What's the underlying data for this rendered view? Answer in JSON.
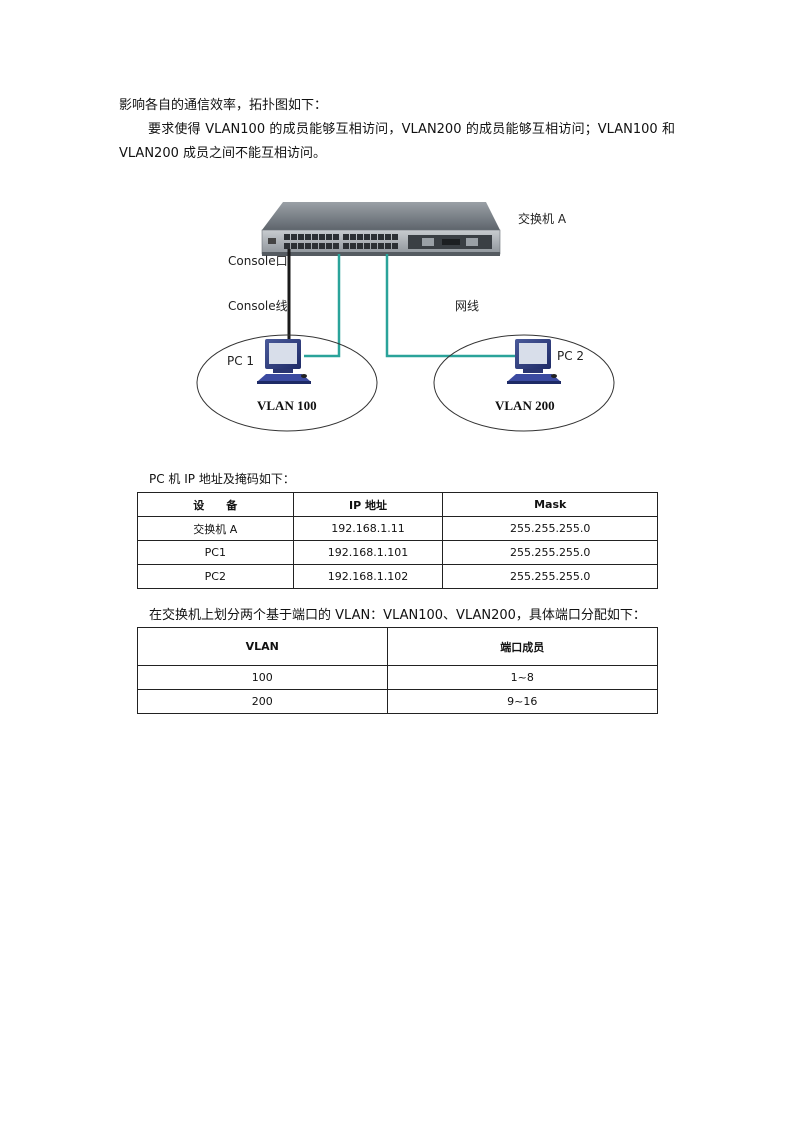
{
  "paragraphs": {
    "line1": "影响各自的通信效率，拓扑图如下：",
    "line2": "要求使得 VLAN100 的成员能够互相访问，VLAN200 的成员能够互相访问；VLAN100 和 VLAN200 成员之间不能互相访问。"
  },
  "diagram": {
    "switch_label": "交换机 A",
    "console_port_label": "Console口",
    "console_cable_label": "Console线",
    "network_cable_label": "网线",
    "pc1_label": "PC 1",
    "pc2_label": "PC 2",
    "vlan1_label": "VLAN 100",
    "vlan2_label": "VLAN 200"
  },
  "ip_table": {
    "caption": "PC 机 IP 地址及掩码如下：",
    "headers": [
      "设　　备",
      "IP 地址",
      "Mask"
    ],
    "rows": [
      [
        "交换机 A",
        "192.168.1.11",
        "255.255.255.0"
      ],
      [
        "PC1",
        "192.168.1.101",
        "255.255.255.0"
      ],
      [
        "PC2",
        "192.168.1.102",
        "255.255.255.0"
      ]
    ]
  },
  "vlan_table": {
    "caption": "在交换机上划分两个基于端口的 VLAN：VLAN100、VLAN200，具体端口分配如下：",
    "headers": [
      "VLAN",
      "端口成员"
    ],
    "rows": [
      [
        "100",
        "1~8"
      ],
      [
        "200",
        "9~16"
      ]
    ]
  }
}
